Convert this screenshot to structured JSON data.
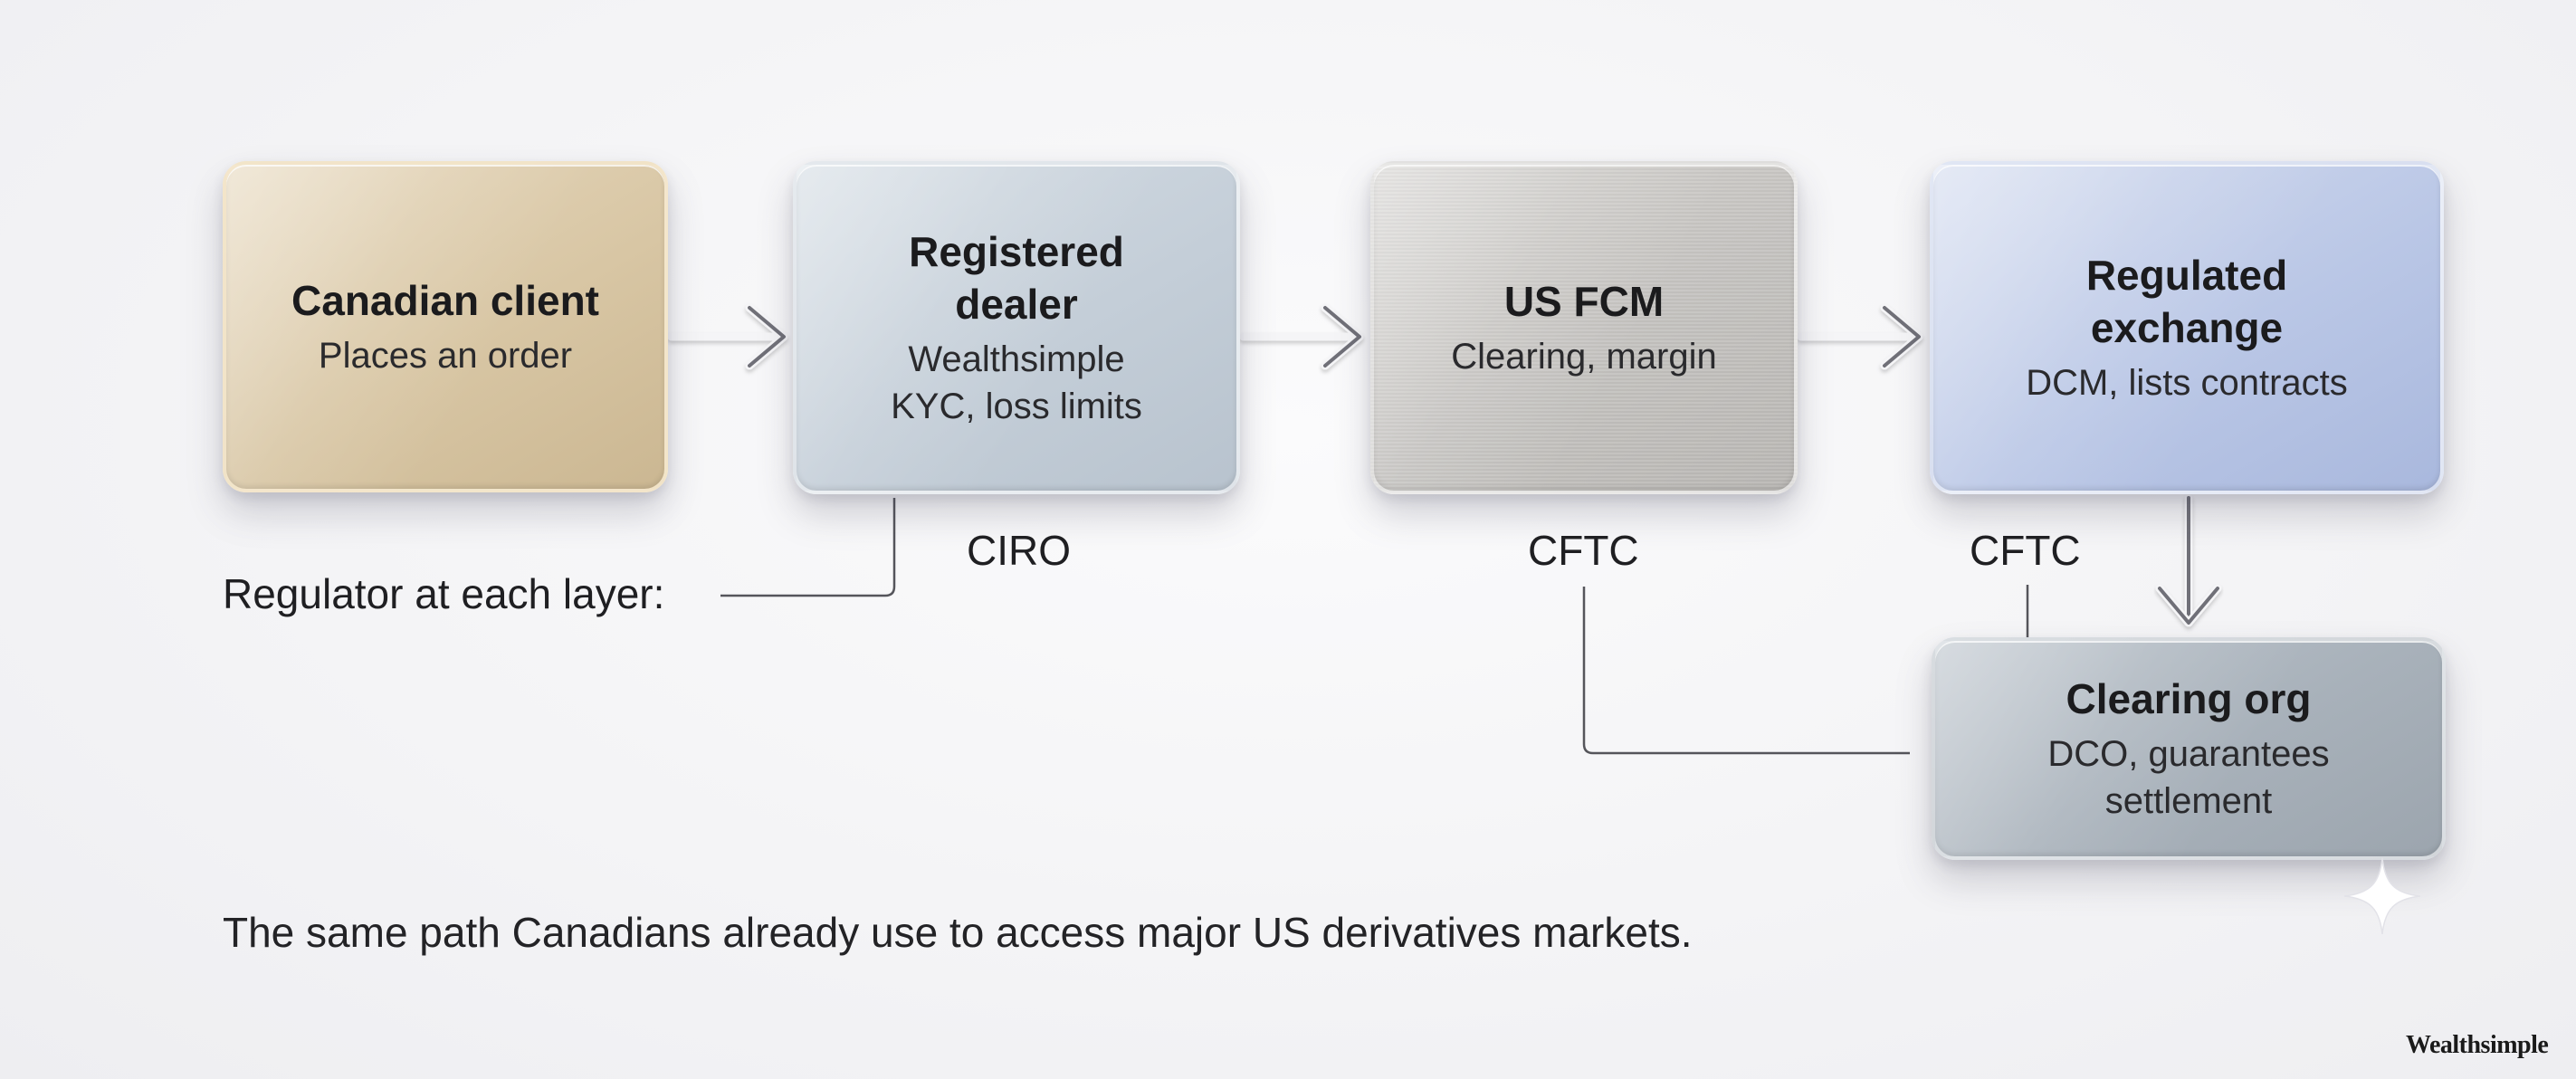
{
  "boxes": {
    "client": {
      "title": "Canadian client",
      "subtitle": "Places an order"
    },
    "dealer": {
      "title": "Registered\ndealer",
      "subtitle": "Wealthsimple\nKYC, loss limits"
    },
    "fcm": {
      "title": "US FCM",
      "subtitle": "Clearing, margin"
    },
    "exchange": {
      "title": "Regulated\nexchange",
      "subtitle": "DCM, lists contracts"
    },
    "clearing": {
      "title": "Clearing org",
      "subtitle": "DCO, guarantees\nsettlement"
    }
  },
  "regulators": {
    "label": "Regulator at each layer:",
    "dealer": "CIRO",
    "fcm": "CFTC",
    "exchange": "CFTC"
  },
  "footer": "The same path Canadians already use to access major US derivatives markets.",
  "brand": "Wealthsimple",
  "colors": {
    "client_box": "#d8c6a4",
    "dealer_box": "#c4ced8",
    "fcm_box": "#c6c4c1",
    "exchange_box": "#bac7e6",
    "clearing_box": "#a8b1ba",
    "connector": "#5a5a60"
  },
  "icons": {
    "arrow": "right-arrow-icon",
    "down_arrow": "down-arrow-icon",
    "sparkle": "sparkle-icon"
  }
}
